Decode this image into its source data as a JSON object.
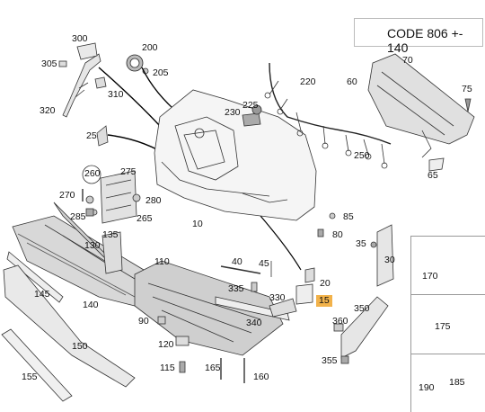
{
  "code_box": {
    "text": "CODE 806 +- 140"
  },
  "labels": [
    {
      "id": "300",
      "text": "300"
    },
    {
      "id": "305",
      "text": "305"
    },
    {
      "id": "310",
      "text": "310"
    },
    {
      "id": "320",
      "text": "320"
    },
    {
      "id": "200",
      "text": "200"
    },
    {
      "id": "205",
      "text": "205"
    },
    {
      "id": "220",
      "text": "220"
    },
    {
      "id": "225",
      "text": "225"
    },
    {
      "id": "230",
      "text": "230"
    },
    {
      "id": "60",
      "text": "60"
    },
    {
      "id": "70",
      "text": "70"
    },
    {
      "id": "75",
      "text": "75"
    },
    {
      "id": "25",
      "text": "25"
    },
    {
      "id": "250",
      "text": "250"
    },
    {
      "id": "65",
      "text": "65"
    },
    {
      "id": "260",
      "text": "260"
    },
    {
      "id": "275",
      "text": "275"
    },
    {
      "id": "270",
      "text": "270"
    },
    {
      "id": "280",
      "text": "280"
    },
    {
      "id": "285",
      "text": "285"
    },
    {
      "id": "265",
      "text": "265"
    },
    {
      "id": "10",
      "text": "10"
    },
    {
      "id": "85",
      "text": "85"
    },
    {
      "id": "80",
      "text": "80"
    },
    {
      "id": "135",
      "text": "135"
    },
    {
      "id": "130",
      "text": "130"
    },
    {
      "id": "35",
      "text": "35"
    },
    {
      "id": "30",
      "text": "30"
    },
    {
      "id": "40",
      "text": "40"
    },
    {
      "id": "45",
      "text": "45"
    },
    {
      "id": "110",
      "text": "110"
    },
    {
      "id": "20",
      "text": "20"
    },
    {
      "id": "145",
      "text": "145"
    },
    {
      "id": "140",
      "text": "140"
    },
    {
      "id": "335",
      "text": "335"
    },
    {
      "id": "330",
      "text": "330"
    },
    {
      "id": "15",
      "text": "15",
      "highlight": true
    },
    {
      "id": "350",
      "text": "350"
    },
    {
      "id": "90",
      "text": "90"
    },
    {
      "id": "340",
      "text": "340"
    },
    {
      "id": "360",
      "text": "360"
    },
    {
      "id": "120",
      "text": "120"
    },
    {
      "id": "150",
      "text": "150"
    },
    {
      "id": "355",
      "text": "355"
    },
    {
      "id": "115",
      "text": "115"
    },
    {
      "id": "165",
      "text": "165"
    },
    {
      "id": "160",
      "text": "160"
    },
    {
      "id": "155",
      "text": "155"
    },
    {
      "id": "170",
      "text": "170"
    },
    {
      "id": "175",
      "text": "175"
    },
    {
      "id": "190",
      "text": "190"
    },
    {
      "id": "185",
      "text": "185"
    }
  ]
}
